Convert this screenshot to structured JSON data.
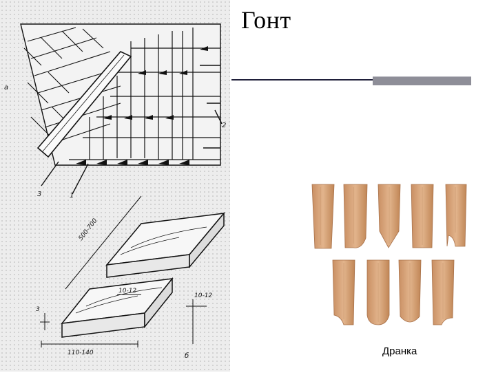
{
  "slide": {
    "title": "Гонт",
    "caption": "Дранка"
  },
  "drawing": {
    "label_a": "а",
    "label_b": "б",
    "label_1": "1",
    "label_2": "2",
    "label_3": "3",
    "dim_length": "500-700",
    "dim_width": "110-140",
    "dim_groove": "10-12",
    "dim_groove_side": "10-12",
    "dim_thickness": "3"
  },
  "colors": {
    "wood_light": "#d9a57a",
    "wood_dark": "#b97f55",
    "rule_dark": "#1f1f3a",
    "rule_gray": "#8e8e98"
  }
}
